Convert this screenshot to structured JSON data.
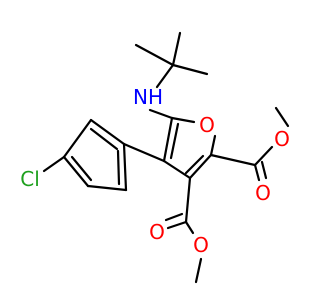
{
  "colors": {
    "bond": "#000000",
    "N": "#0000ff",
    "O": "#ff0000",
    "Cl": "#1fa01f"
  },
  "atom_labels": {
    "nh": "NH",
    "ring_o": "O",
    "cl": "Cl",
    "ester1_carbonyl_o": "O",
    "ester1_ether_o": "O",
    "ester2_carbonyl_o": "O",
    "ester2_ether_o": "O"
  }
}
